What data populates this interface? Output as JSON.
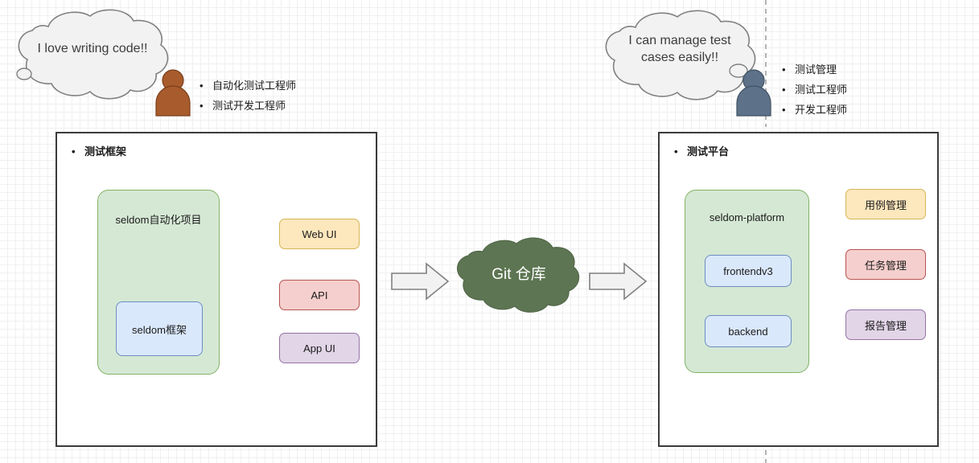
{
  "diagram": {
    "left_actor": {
      "bubble_text": "I love writing code!!",
      "icon": "person-icon",
      "roles": [
        "自动化测试工程师",
        "测试开发工程师"
      ],
      "color": "#a85b2c"
    },
    "right_actor": {
      "bubble_text": "I can manage test\ncases easily!!",
      "icon": "person-icon",
      "roles": [
        "测试管理",
        "测试工程师",
        "开发工程师"
      ],
      "color": "#5d7289"
    },
    "left_panel": {
      "title": "测试框架",
      "group_label": "seldom自动化项目",
      "inner_nodes": [
        {
          "label": "seldom框架",
          "style": "blue"
        }
      ],
      "outputs": [
        {
          "label": "Web UI",
          "style": "orange"
        },
        {
          "label": "API",
          "style": "red"
        },
        {
          "label": "App UI",
          "style": "purple"
        }
      ]
    },
    "right_panel": {
      "title": "测试平台",
      "group_label": "seldom-platform",
      "inner_nodes": [
        {
          "label": "frontendv3",
          "style": "blue"
        },
        {
          "label": "backend",
          "style": "blue"
        }
      ],
      "outputs": [
        {
          "label": "用例管理",
          "style": "orange"
        },
        {
          "label": "任务管理",
          "style": "red"
        },
        {
          "label": "报告管理",
          "style": "purple"
        }
      ]
    },
    "center": {
      "cloud_label": "Git 仓库",
      "cloud_color": "#5d7552",
      "left_arrow": "block-arrow-right-icon",
      "right_arrow": "block-arrow-right-icon"
    },
    "colors": {
      "green_fill": "#d5e8d4",
      "green_stroke": "#82b366",
      "blue_fill": "#dae8fc",
      "blue_stroke": "#6c8ebf",
      "orange_fill": "#fde7bd",
      "orange_stroke": "#d6b656",
      "red_fill": "#f5cfcd",
      "red_stroke": "#b85450",
      "purple_fill": "#e1d5e7",
      "purple_stroke": "#9673a6",
      "bubble_fill": "#f2f2f2",
      "bubble_stroke": "#808080",
      "panel_stroke": "#3b3b3b"
    }
  }
}
